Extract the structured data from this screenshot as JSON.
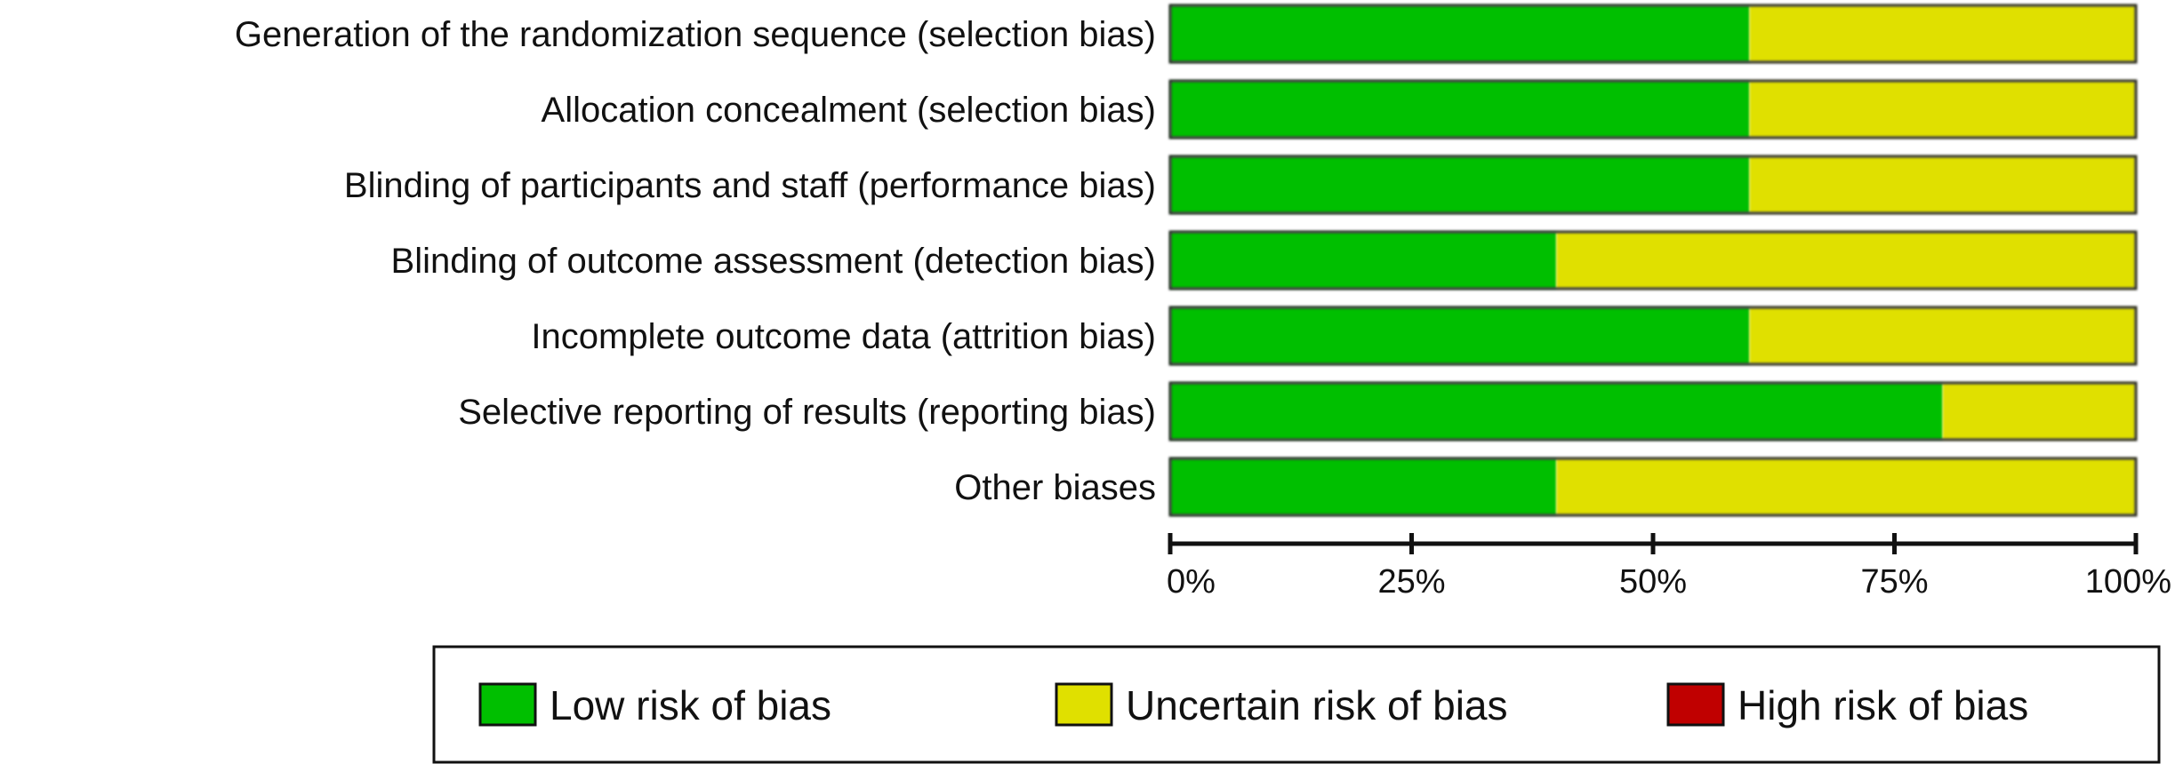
{
  "chart_data": {
    "type": "bar",
    "orientation": "horizontal",
    "stacked": true,
    "categories": [
      "Generation of the randomization sequence (selection bias)",
      "Allocation concealment (selection bias)",
      "Blinding of participants and staff (performance bias)",
      "Blinding of outcome assessment (detection bias)",
      "Incomplete outcome data (attrition bias)",
      "Selective reporting of results (reporting bias)",
      "Other biases"
    ],
    "series": [
      {
        "name": "Low risk of bias",
        "color": "#00bf00",
        "values": [
          60,
          60,
          60,
          40,
          60,
          80,
          40
        ]
      },
      {
        "name": "Uncertain risk of bias",
        "color": "#e0e000",
        "values": [
          40,
          40,
          40,
          60,
          40,
          20,
          60
        ]
      },
      {
        "name": "High risk of bias",
        "color": "#c00000",
        "values": [
          0,
          0,
          0,
          0,
          0,
          0,
          0
        ]
      }
    ],
    "xlim": [
      0,
      100
    ],
    "x_ticks": [
      0,
      25,
      50,
      75,
      100
    ],
    "x_tick_labels": [
      "0%",
      "25%",
      "50%",
      "75%",
      "100%"
    ],
    "grid": false,
    "legend_position": "bottom"
  }
}
